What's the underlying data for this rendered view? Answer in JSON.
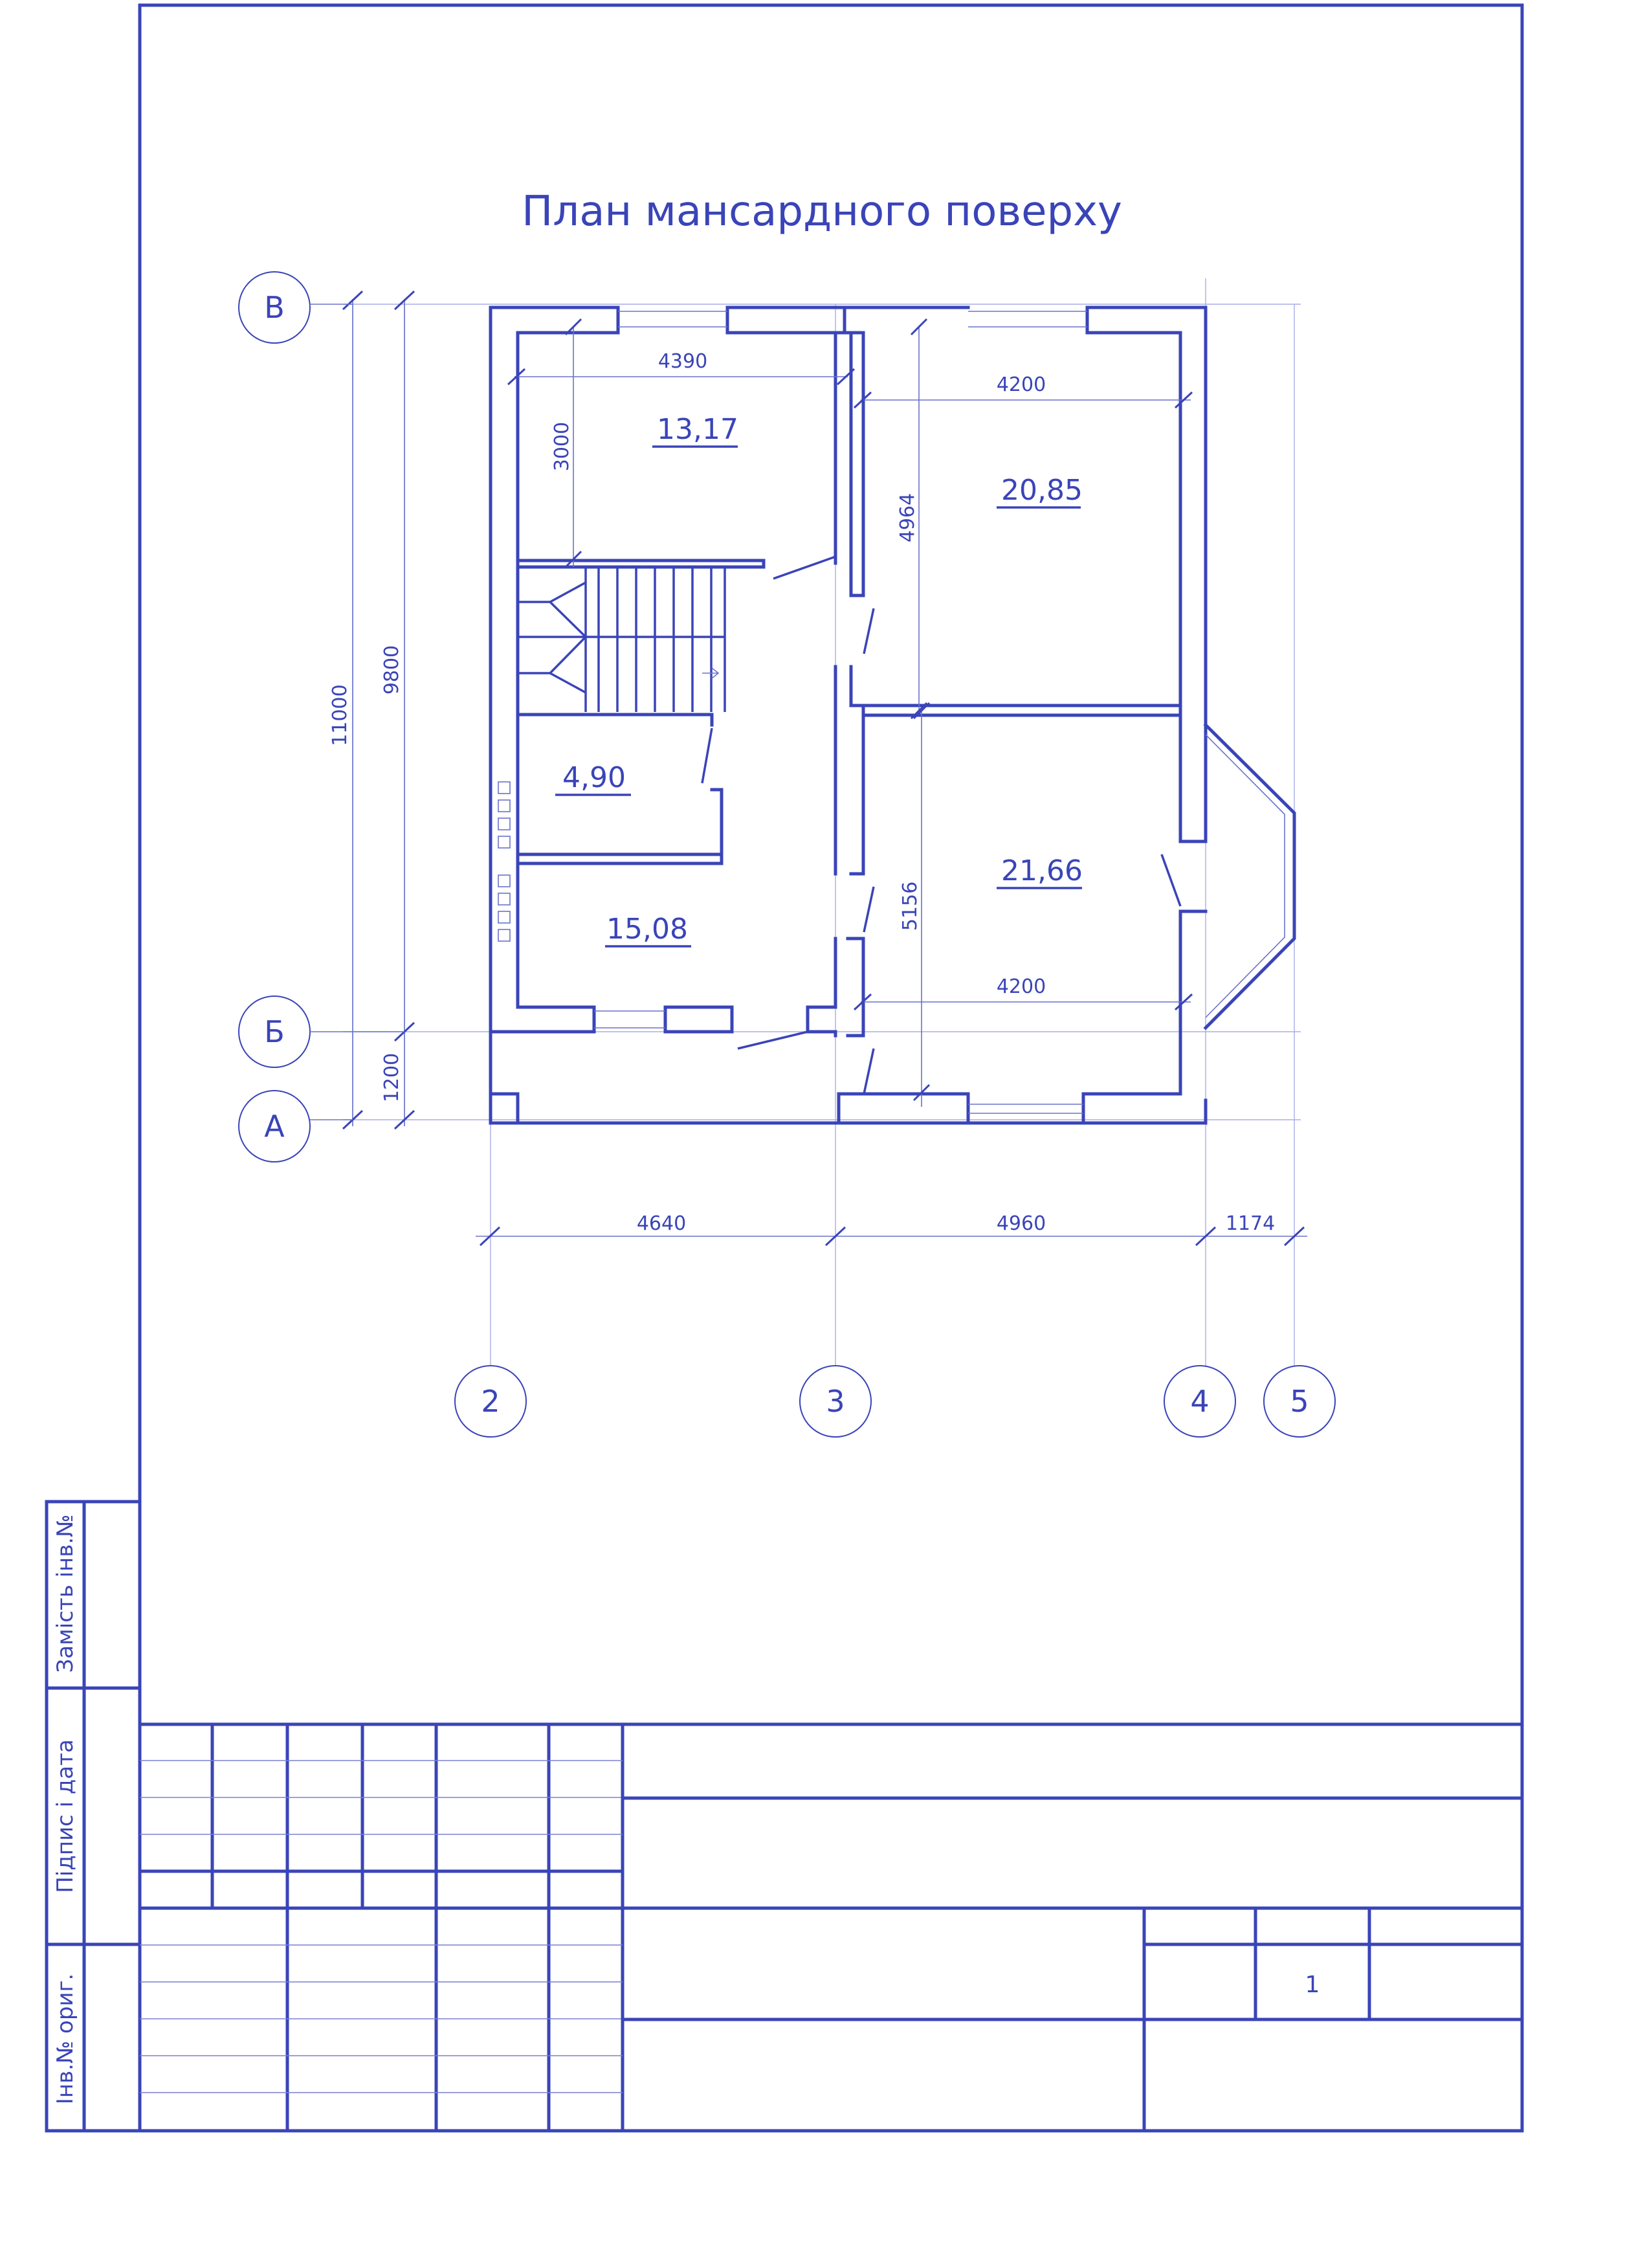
{
  "drawing": {
    "title": "План мансардного поверху",
    "rooms": [
      {
        "id": "room-1",
        "area": "13,17"
      },
      {
        "id": "room-2",
        "area": "20,85"
      },
      {
        "id": "room-3",
        "area": "4,90"
      },
      {
        "id": "room-4",
        "area": "15,08"
      },
      {
        "id": "room-5",
        "area": "21,66"
      }
    ],
    "dimensions": {
      "d4390": "4390",
      "d4200_top": "4200",
      "d4200_bottom": "4200",
      "d3000": "3000",
      "d4964": "4964",
      "d5156": "5156",
      "d11000": "11000",
      "d9800": "9800",
      "d1200": "1200",
      "d4640": "4640",
      "d4960": "4960",
      "d1174": "1174"
    },
    "axes_letters": [
      "В",
      "Б",
      "А"
    ],
    "axes_numbers": [
      "2",
      "3",
      "4",
      "5"
    ]
  },
  "title_block": {
    "sheet_number": "1"
  },
  "side_stamp": {
    "replace_inv": "Замість інв.№",
    "sign_date": "Підпис і дата",
    "orig_inv": "Інв.№ ориг."
  },
  "colors": {
    "ink": "#3a44b8",
    "paper": "#ffffff"
  }
}
